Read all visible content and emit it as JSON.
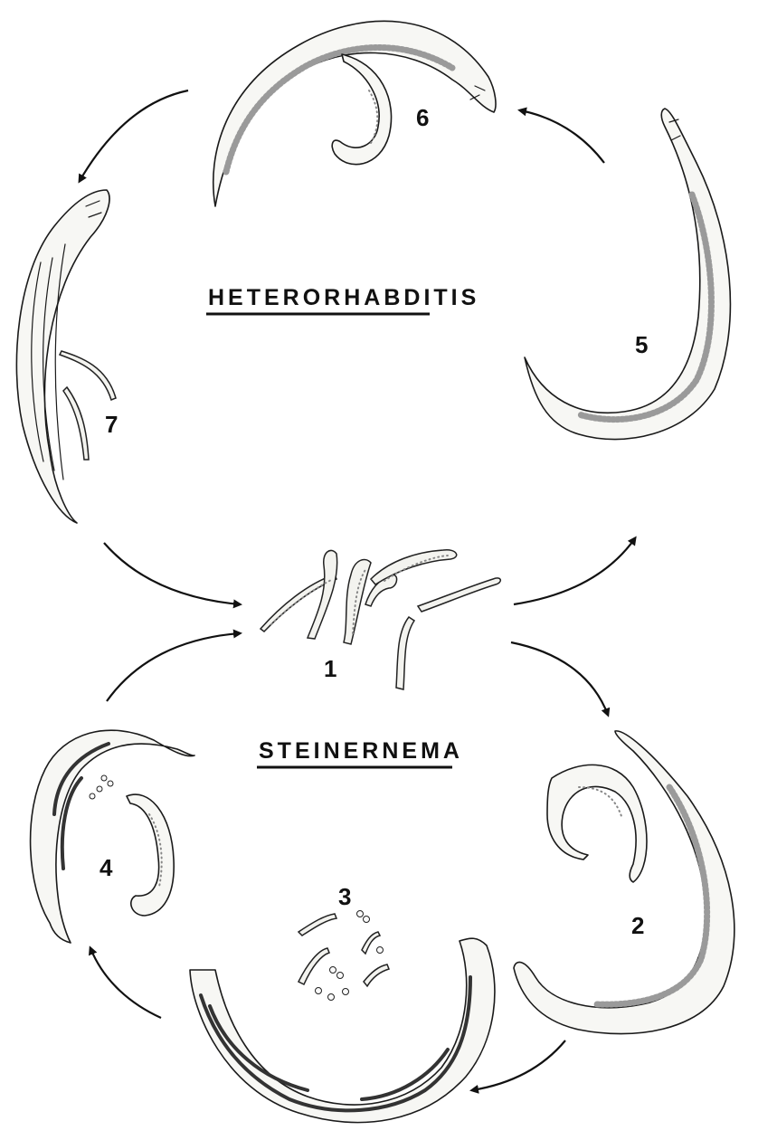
{
  "diagram": {
    "genus_top": "HETERORHABDITIS",
    "genus_bottom": "STEINERNEMA",
    "stages": [
      "1",
      "2",
      "3",
      "4",
      "5",
      "6",
      "7"
    ]
  },
  "colors": {
    "ink": "#111111",
    "paper": "#ffffff",
    "body_fill": "#f7f7f4",
    "stipple": "#9a9a9a"
  }
}
